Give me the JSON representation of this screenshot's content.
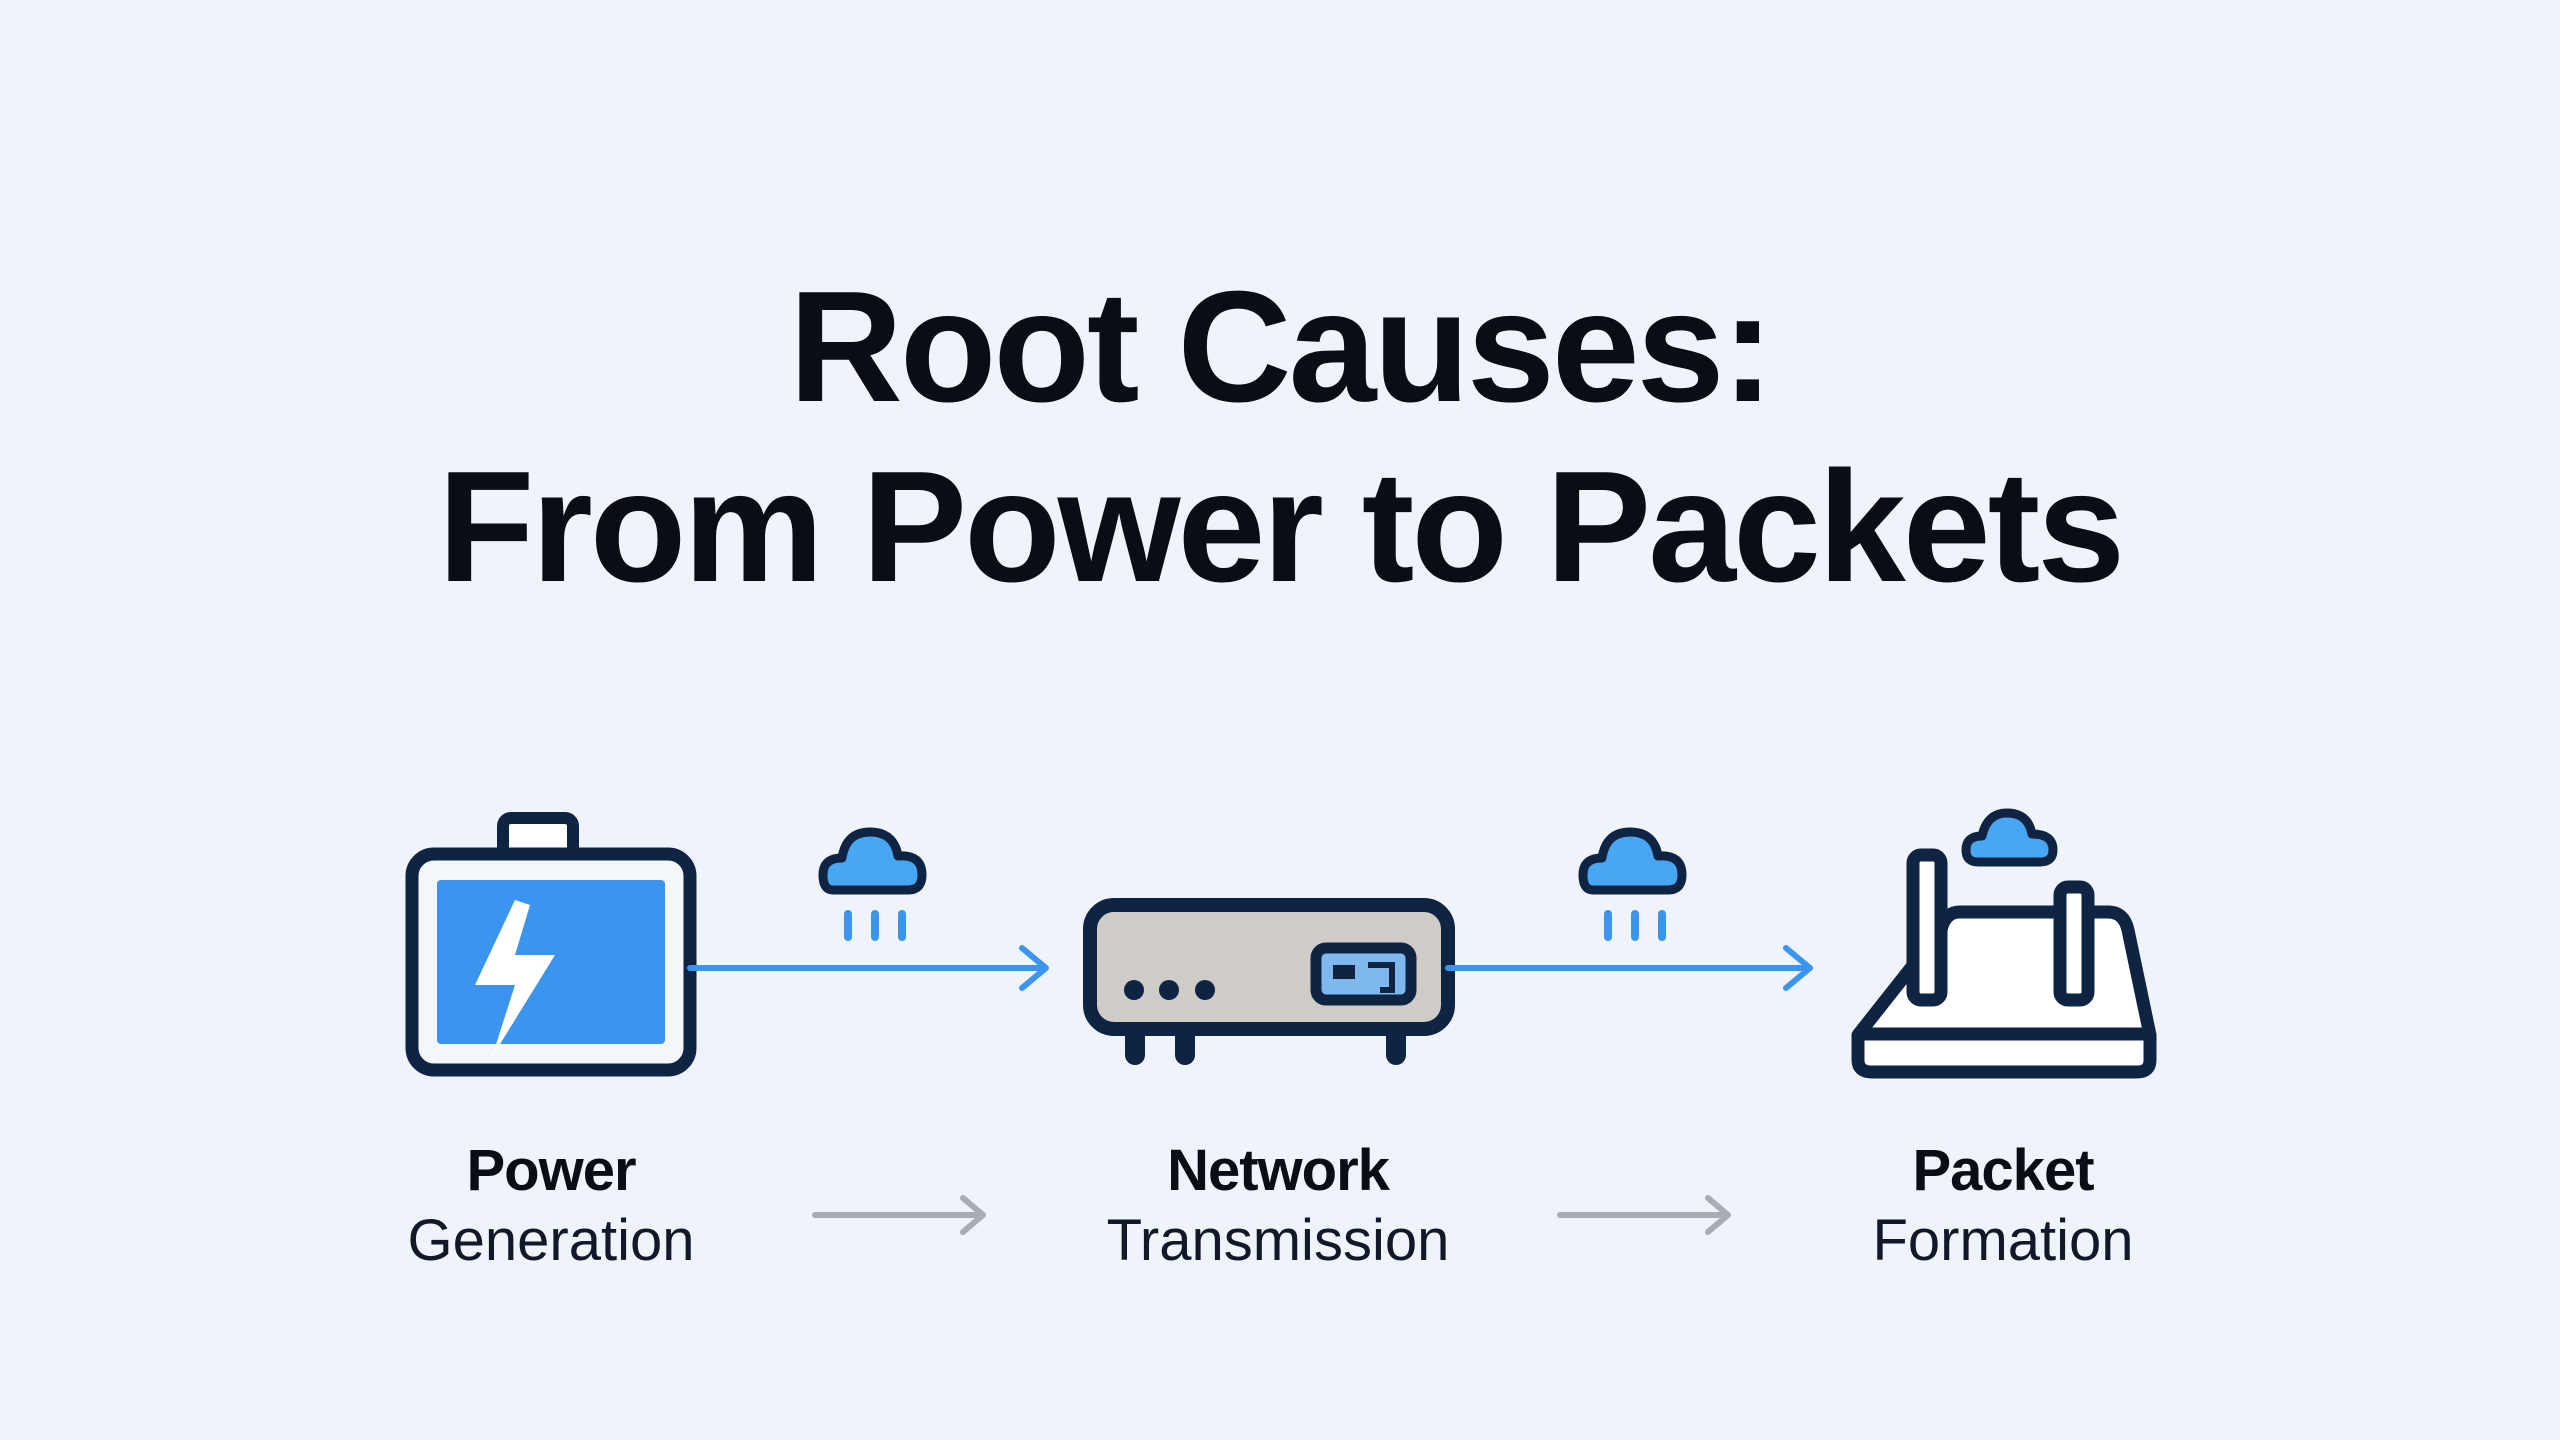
{
  "title": {
    "line1": "Root Causes:",
    "line2": "From Power to Packets"
  },
  "stages": [
    {
      "bold": "Power",
      "regular": "Generation",
      "icon": "battery-bolt-icon"
    },
    {
      "bold": "Network",
      "regular": "Transmission",
      "icon": "network-device-icon"
    },
    {
      "bold": "Packet",
      "regular": "Formation",
      "icon": "router-icon"
    }
  ],
  "colors": {
    "accent": "#3b95ee",
    "outline": "#0f2342",
    "gray_arrow": "#a8adb3",
    "device_fill": "#cfcbc6",
    "background": "#eef4fa"
  }
}
